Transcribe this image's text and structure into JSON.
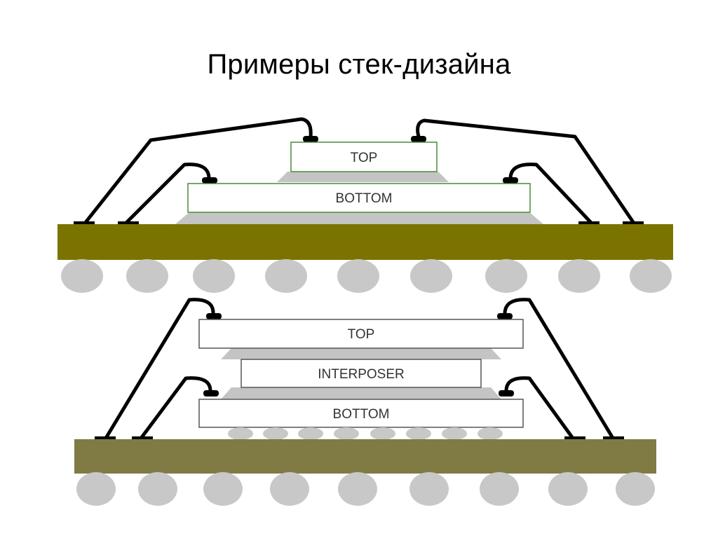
{
  "title": "Примеры стек-дизайна",
  "colors": {
    "substrate_top": "#7b7300",
    "substrate_bottom": "#807a45",
    "ball": "#c8c8c8",
    "underfill": "#c4c4c4",
    "wire": "#000000",
    "die_border_top_stack": "#4a8a3a",
    "die_border_bottom_stack": "#555555"
  },
  "stack_wirebond": {
    "dies": [
      {
        "label": "TOP"
      },
      {
        "label": "BOTTOM"
      }
    ]
  },
  "stack_interposer": {
    "dies": [
      {
        "label": "TOP"
      },
      {
        "label": "INTERPOSER"
      },
      {
        "label": "BOTTOM"
      }
    ]
  }
}
